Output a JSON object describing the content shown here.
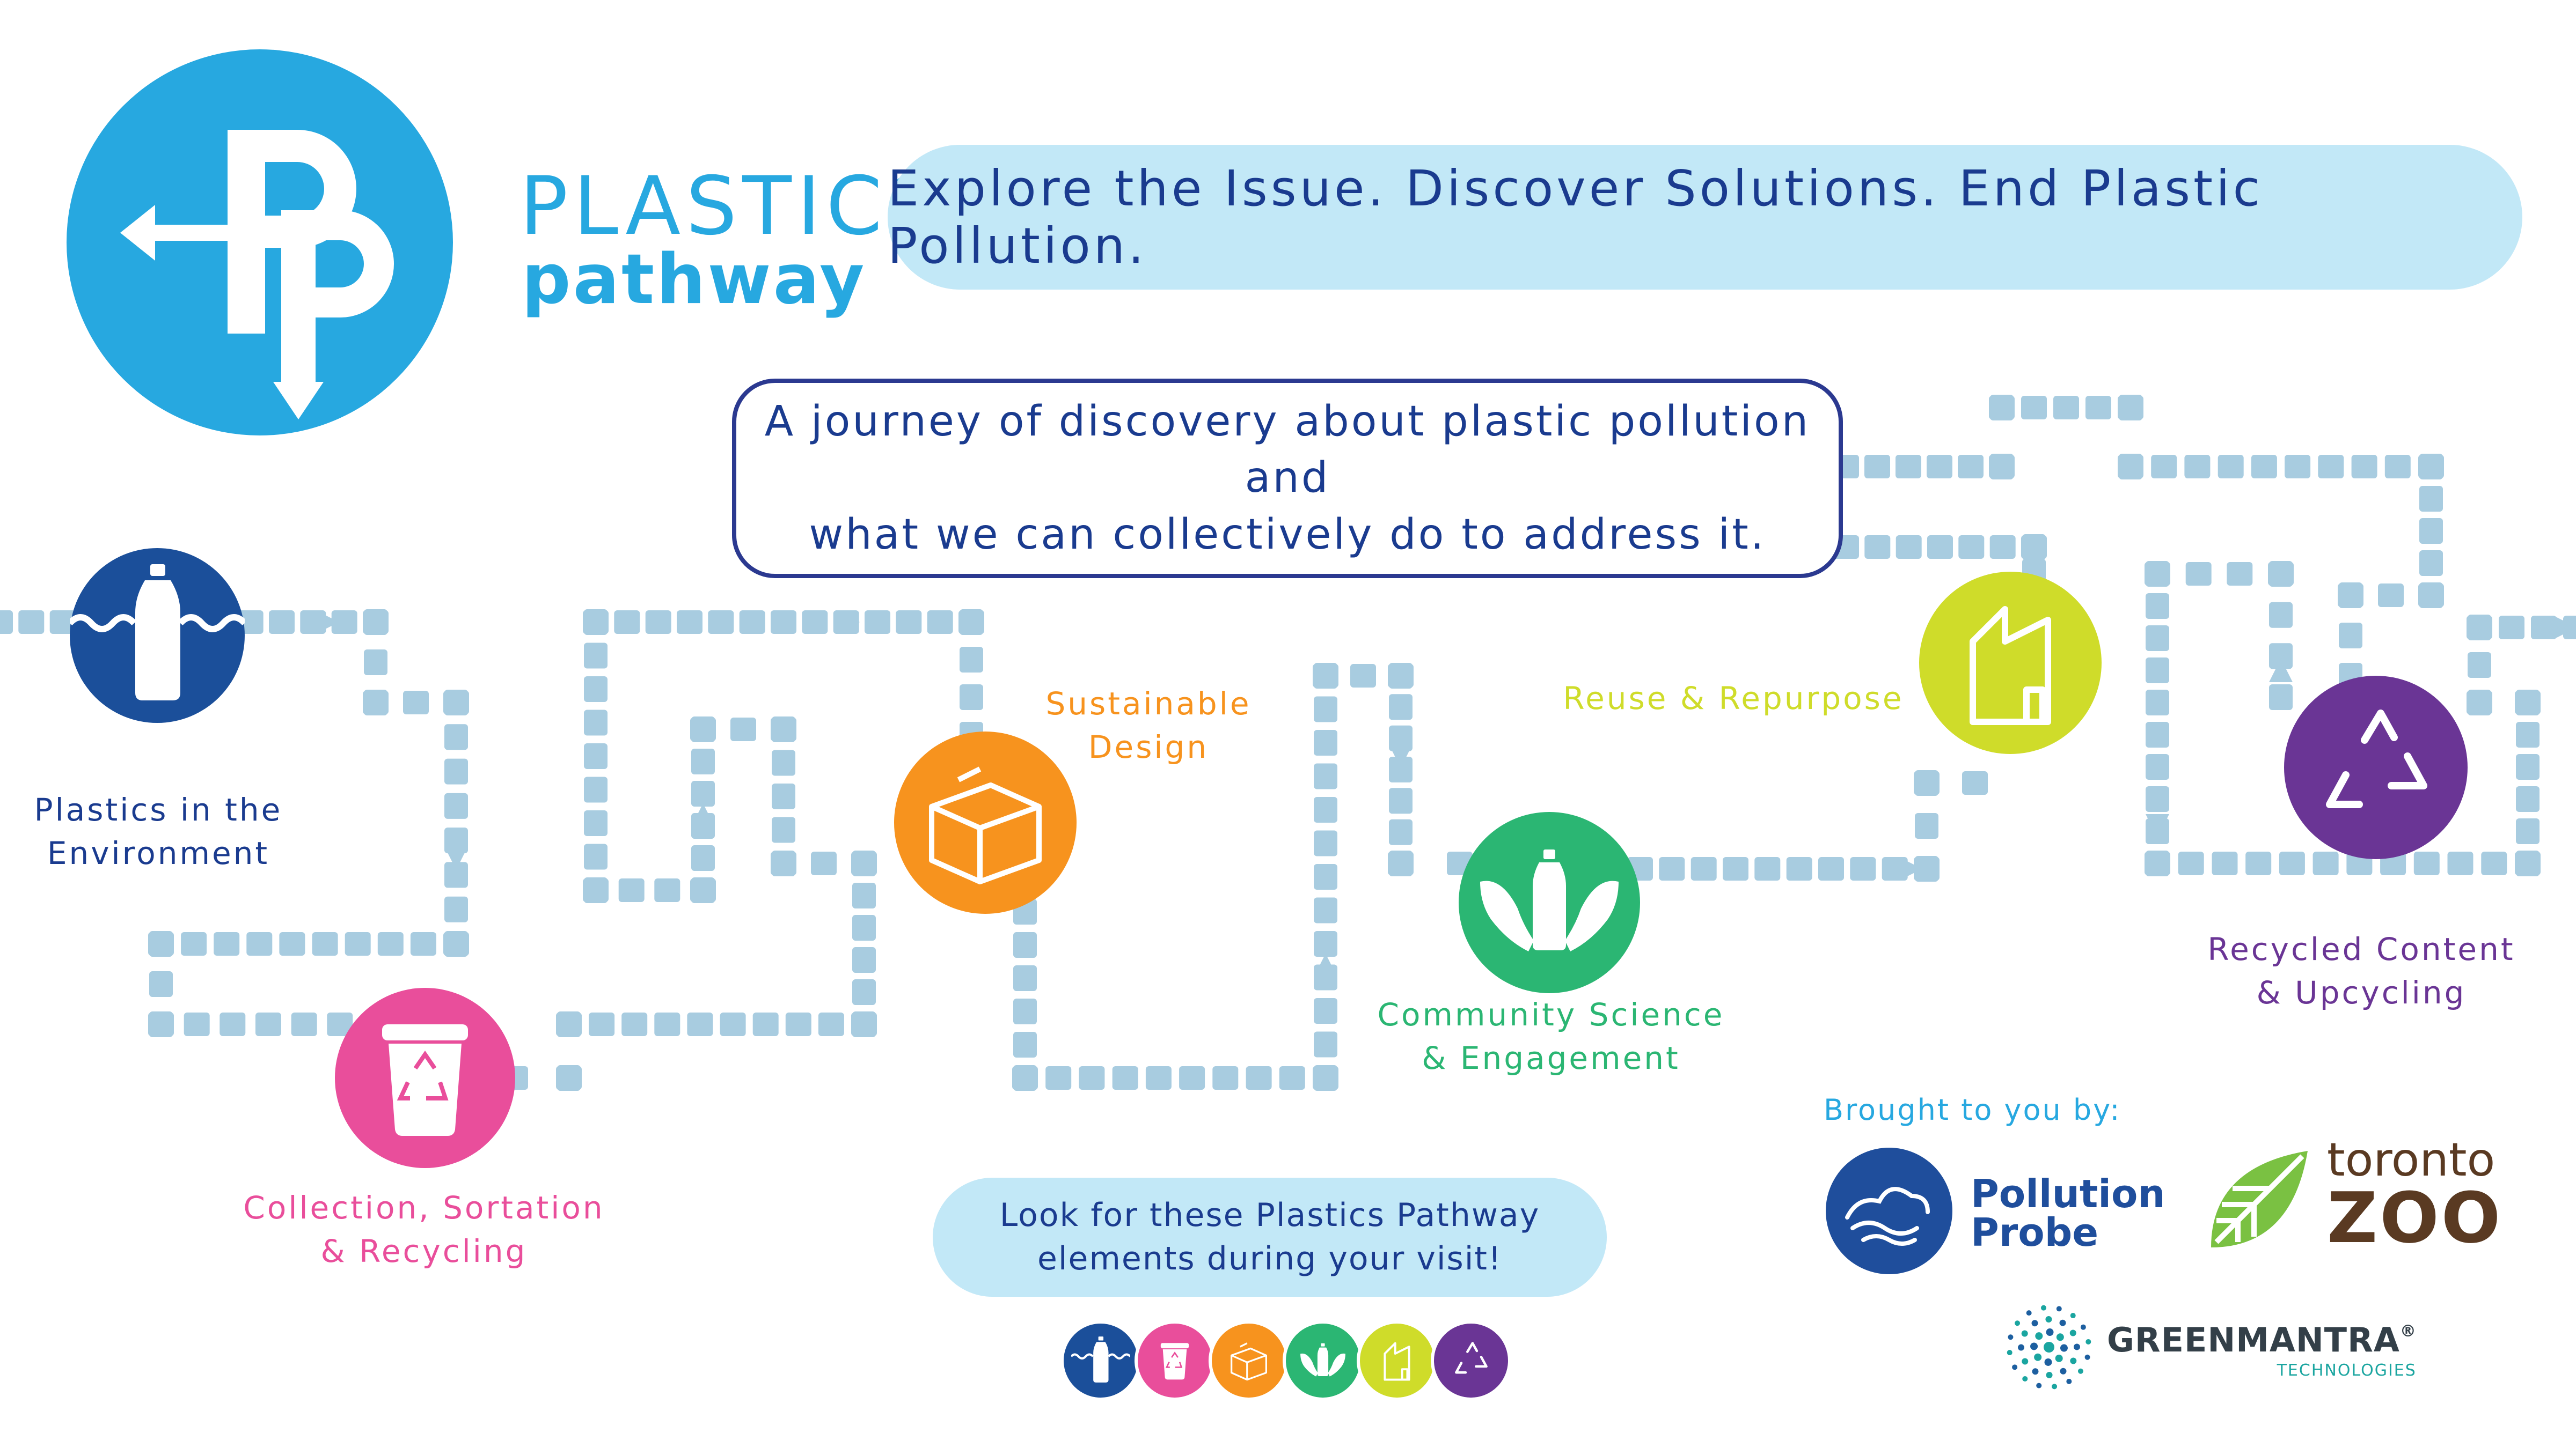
{
  "colors": {
    "brand_blue": "#27a8e0",
    "navy": "#1a3b8f",
    "light_blue": "#c2e8f7",
    "path_tile": "#a8cce0",
    "stages": {
      "environment": "#1b4f9a",
      "collection": "#e94e9b",
      "design": "#f7931e",
      "community": "#2bb673",
      "reuse": "#cfdc2a",
      "recycled": "#6a3595"
    }
  },
  "brand": {
    "line1": "PLASTICS",
    "line2": "pathway",
    "logo_icon": "pp-arrows-logo-icon"
  },
  "tagline": "Explore the Issue. Discover Solutions. End Plastic Pollution.",
  "intro": {
    "line1": "A journey of discovery about plastic pollution and",
    "line2": "what we can collectively do to address it."
  },
  "stages": [
    {
      "id": "environment",
      "label_line1": "Plastics in the",
      "label_line2": "Environment",
      "icon": "bottle-in-water-icon"
    },
    {
      "id": "collection",
      "label_line1": "Collection, Sortation",
      "label_line2": "& Recycling",
      "icon": "recycling-bin-icon"
    },
    {
      "id": "design",
      "label_line1": "Sustainable",
      "label_line2": "Design",
      "icon": "package-box-icon"
    },
    {
      "id": "community",
      "label_line1": "Community Science",
      "label_line2": "& Engagement",
      "icon": "hands-bottle-icon"
    },
    {
      "id": "reuse",
      "label_line1": "Reuse & Repurpose",
      "label_line2": "",
      "icon": "house-icon"
    },
    {
      "id": "recycled",
      "label_line1": "Recycled Content",
      "label_line2": "& Upcycling",
      "icon": "recycle-arrows-icon"
    }
  ],
  "look_for": {
    "line1": "Look for these Plastics Pathway",
    "line2": "elements during your visit!"
  },
  "sponsors": {
    "heading": "Brought to you by:",
    "pollution_probe": {
      "line1": "Pollution",
      "line2": "Probe",
      "icon": "cloud-wave-icon",
      "color": "#1f4e9c"
    },
    "toronto_zoo": {
      "line1": "toronto",
      "line2": "ZOO",
      "icon": "leaf-icon",
      "leaf_color": "#7ac142",
      "text_color": "#5a3a22"
    },
    "greenmantra": {
      "line1": "GREENMANTRA",
      "registered": "®",
      "line2": "TECHNOLOGIES",
      "icon": "dots-burst-icon",
      "color": "#333f48",
      "accent": "#1aa5a0"
    }
  }
}
